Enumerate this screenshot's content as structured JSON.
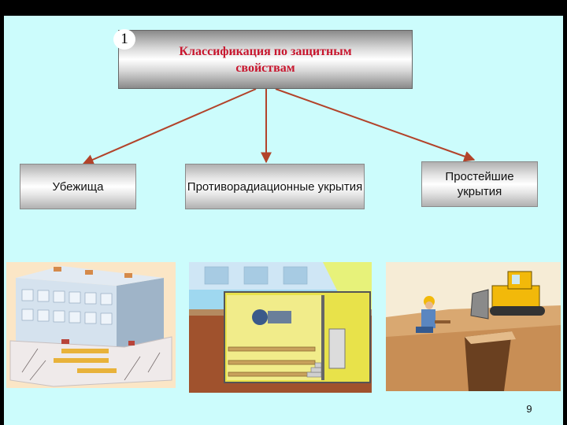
{
  "slide": {
    "badge": "1",
    "title": "Классификация по защитным свойствам",
    "categories": [
      {
        "label": "Убежища"
      },
      {
        "label": "Противорадиационные укрытия"
      },
      {
        "label": "Простейшие укрытия"
      }
    ],
    "page_number": "9"
  },
  "colors": {
    "background": "#ccfcfc",
    "title_text": "#c8162e",
    "arrow": "#b2432a"
  },
  "illustrations": [
    {
      "icon": "shelter-building-cutaway-icon"
    },
    {
      "icon": "basement-anti-radiation-shelter-icon"
    },
    {
      "icon": "trench-digging-bulldozer-icon"
    }
  ]
}
